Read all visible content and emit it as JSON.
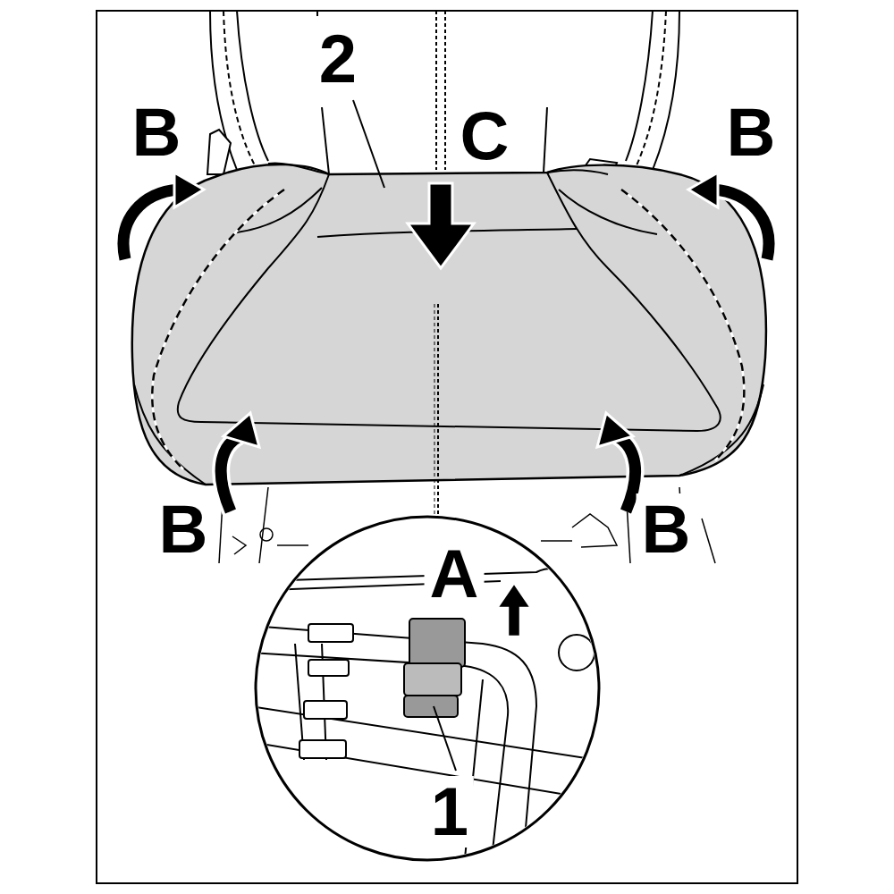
{
  "diagram": {
    "labels": [
      "2",
      "B",
      "C",
      "B",
      "B",
      "B",
      "A",
      "1"
    ]
  }
}
